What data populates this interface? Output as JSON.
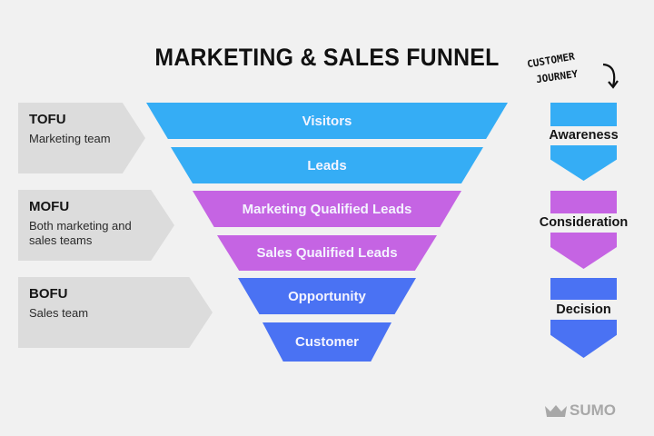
{
  "title": "MARKETING & SALES FUNNEL",
  "stages": [
    {
      "title": "TOFU",
      "desc": [
        "Marketing team"
      ]
    },
    {
      "title": "MOFU",
      "desc": [
        "Both marketing and",
        "sales teams"
      ]
    },
    {
      "title": "BOFU",
      "desc": [
        "Sales team"
      ]
    }
  ],
  "funnel": [
    {
      "label": "Visitors",
      "color": "#35adf5"
    },
    {
      "label": "Leads",
      "color": "#35adf5"
    },
    {
      "label": "Marketing Qualified Leads",
      "color": "#c564e3"
    },
    {
      "label": "Sales Qualified Leads",
      "color": "#c564e3"
    },
    {
      "label": "Opportunity",
      "color": "#4a72f3"
    },
    {
      "label": "Customer",
      "color": "#4a72f3"
    }
  ],
  "journey": {
    "heading_line1": "CUSTOMER",
    "heading_line2": "JOURNEY",
    "steps": [
      {
        "label": "Awareness",
        "color": "#35adf5"
      },
      {
        "label": "Consideration",
        "color": "#c564e3"
      },
      {
        "label": "Decision",
        "color": "#4a72f3"
      }
    ]
  },
  "brand": {
    "name": "SUMO",
    "icon": "crown-icon"
  }
}
